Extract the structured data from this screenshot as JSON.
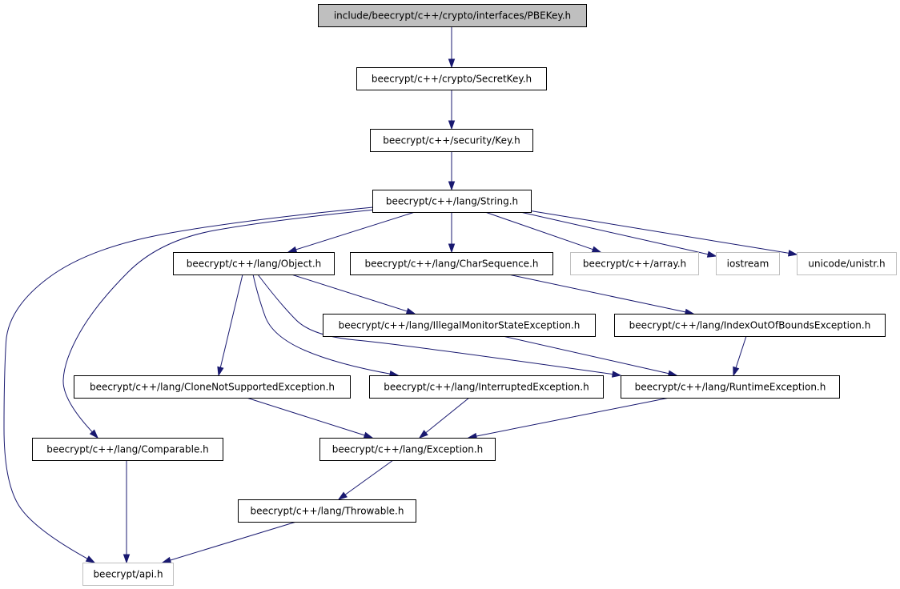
{
  "graph": {
    "nodes": [
      {
        "id": "pbekey",
        "label": "include/beecrypt/c++/crypto/interfaces/PBEKey.h",
        "kind": "root"
      },
      {
        "id": "secretkey",
        "label": "beecrypt/c++/crypto/SecretKey.h",
        "kind": "documented"
      },
      {
        "id": "key",
        "label": "beecrypt/c++/security/Key.h",
        "kind": "documented"
      },
      {
        "id": "string",
        "label": "beecrypt/c++/lang/String.h",
        "kind": "documented"
      },
      {
        "id": "object",
        "label": "beecrypt/c++/lang/Object.h",
        "kind": "documented"
      },
      {
        "id": "charseq",
        "label": "beecrypt/c++/lang/CharSequence.h",
        "kind": "documented"
      },
      {
        "id": "array",
        "label": "beecrypt/c++/array.h",
        "kind": "external"
      },
      {
        "id": "iostream",
        "label": "iostream",
        "kind": "external"
      },
      {
        "id": "unistr",
        "label": "unicode/unistr.h",
        "kind": "external"
      },
      {
        "id": "illegalmon",
        "label": "beecrypt/c++/lang/IllegalMonitorStateException.h",
        "kind": "documented"
      },
      {
        "id": "indexoob",
        "label": "beecrypt/c++/lang/IndexOutOfBoundsException.h",
        "kind": "documented"
      },
      {
        "id": "clonenot",
        "label": "beecrypt/c++/lang/CloneNotSupportedException.h",
        "kind": "documented"
      },
      {
        "id": "interrupted",
        "label": "beecrypt/c++/lang/InterruptedException.h",
        "kind": "documented"
      },
      {
        "id": "runtime",
        "label": "beecrypt/c++/lang/RuntimeException.h",
        "kind": "documented"
      },
      {
        "id": "comparable",
        "label": "beecrypt/c++/lang/Comparable.h",
        "kind": "documented"
      },
      {
        "id": "exception",
        "label": "beecrypt/c++/lang/Exception.h",
        "kind": "documented"
      },
      {
        "id": "throwable",
        "label": "beecrypt/c++/lang/Throwable.h",
        "kind": "documented"
      },
      {
        "id": "api",
        "label": "beecrypt/api.h",
        "kind": "external"
      }
    ],
    "edges": [
      {
        "from": "pbekey",
        "to": "secretkey"
      },
      {
        "from": "secretkey",
        "to": "key"
      },
      {
        "from": "key",
        "to": "string"
      },
      {
        "from": "string",
        "to": "object"
      },
      {
        "from": "string",
        "to": "charseq"
      },
      {
        "from": "string",
        "to": "array"
      },
      {
        "from": "string",
        "to": "iostream"
      },
      {
        "from": "string",
        "to": "unistr"
      },
      {
        "from": "string",
        "to": "comparable"
      },
      {
        "from": "string",
        "to": "api"
      },
      {
        "from": "object",
        "to": "illegalmon"
      },
      {
        "from": "object",
        "to": "clonenot"
      },
      {
        "from": "object",
        "to": "interrupted"
      },
      {
        "from": "object",
        "to": "runtime"
      },
      {
        "from": "charseq",
        "to": "indexoob"
      },
      {
        "from": "illegalmon",
        "to": "runtime"
      },
      {
        "from": "indexoob",
        "to": "runtime"
      },
      {
        "from": "clonenot",
        "to": "exception"
      },
      {
        "from": "interrupted",
        "to": "exception"
      },
      {
        "from": "runtime",
        "to": "exception"
      },
      {
        "from": "exception",
        "to": "throwable"
      },
      {
        "from": "comparable",
        "to": "api"
      },
      {
        "from": "throwable",
        "to": "api"
      }
    ]
  },
  "colors": {
    "edge": "#191970",
    "root_fill": "#bfbfbf",
    "documented_border": "#000000",
    "external_border": "#bfbfbf",
    "node_fill": "#ffffff"
  }
}
